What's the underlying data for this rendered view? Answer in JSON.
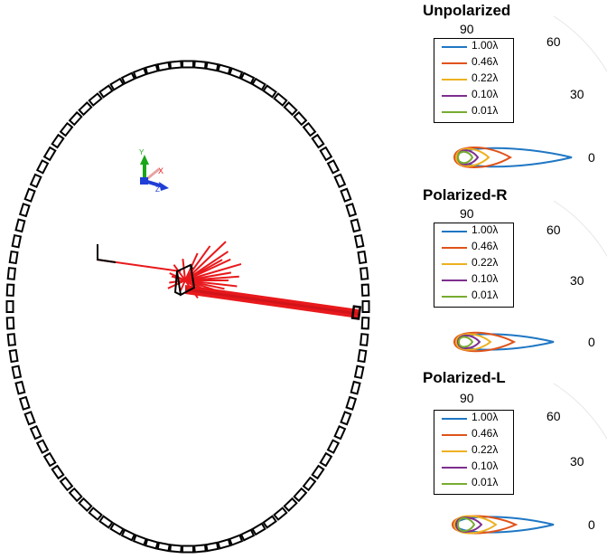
{
  "scene": {
    "axis_labels": {
      "y": "Y",
      "x": "X",
      "z": "Z"
    },
    "colors": {
      "ring": "#000000",
      "rays": "#e8191c",
      "axis_y": "#19a619",
      "axis_x": "#e8191c",
      "axis_z": "#1f3fd6"
    }
  },
  "panels": [
    {
      "title": "Unpolarized",
      "angle_labels": [
        "90",
        "60",
        "30",
        "0"
      ],
      "legend": [
        {
          "label": "1.00λ",
          "color": "#1f77c4"
        },
        {
          "label": "0.46λ",
          "color": "#e0531b"
        },
        {
          "label": "0.22λ",
          "color": "#edb120"
        },
        {
          "label": "0.10λ",
          "color": "#7e2f8e"
        },
        {
          "label": "0.01λ",
          "color": "#77ac30"
        }
      ]
    },
    {
      "title": "Polarized-R",
      "angle_labels": [
        "90",
        "60",
        "30",
        "0"
      ],
      "legend": [
        {
          "label": "1.00λ",
          "color": "#1f77c4"
        },
        {
          "label": "0.46λ",
          "color": "#e0531b"
        },
        {
          "label": "0.22λ",
          "color": "#edb120"
        },
        {
          "label": "0.10λ",
          "color": "#7e2f8e"
        },
        {
          "label": "0.01λ",
          "color": "#77ac30"
        }
      ]
    },
    {
      "title": "Polarized-L",
      "angle_labels": [
        "90",
        "60",
        "30",
        "0"
      ],
      "legend": [
        {
          "label": "1.00λ",
          "color": "#1f77c4"
        },
        {
          "label": "0.46λ",
          "color": "#e0531b"
        },
        {
          "label": "0.22λ",
          "color": "#edb120"
        },
        {
          "label": "0.10λ",
          "color": "#7e2f8e"
        },
        {
          "label": "0.01λ",
          "color": "#77ac30"
        }
      ]
    }
  ]
}
